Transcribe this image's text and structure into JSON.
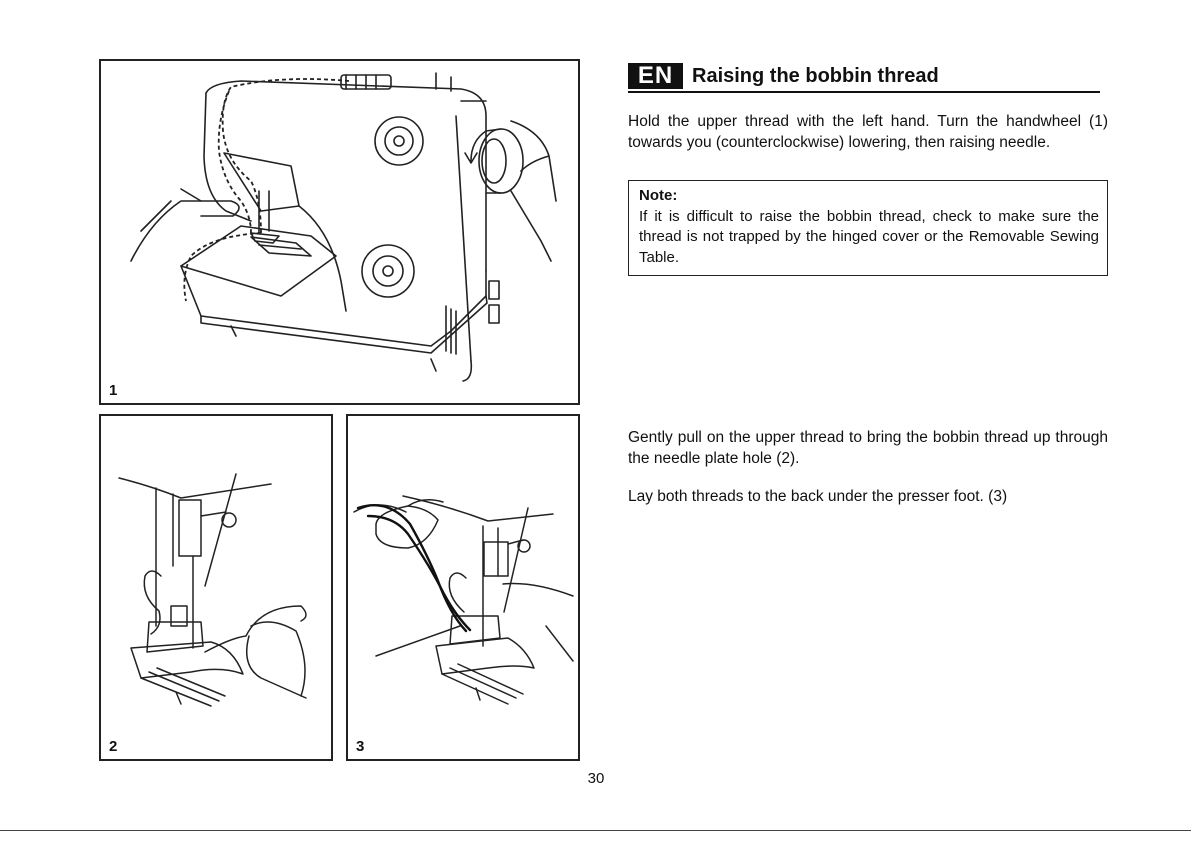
{
  "heading": {
    "lang_code": "EN",
    "title": "Raising the bobbin thread"
  },
  "section1": {
    "text": "Hold the upper thread with the left hand. Turn the handwheel (1) towards you (counterclockwise) lowering, then raising needle."
  },
  "note": {
    "label": "Note:",
    "text": "If it is difficult to raise the bobbin thread, check to make sure the thread is not trapped by the hinged cover or the Removable Sewing Table."
  },
  "section2": {
    "paragraph1": "Gently pull on the upper thread to bring the bobbin thread up through the needle plate hole (2).",
    "paragraph2": "Lay both threads to the back under the presser foot. (3)"
  },
  "figures": [
    {
      "number": "1",
      "icon": "sewing-machine-handwheel-illustration"
    },
    {
      "number": "2",
      "icon": "needle-plate-thread-pull-illustration"
    },
    {
      "number": "3",
      "icon": "presser-foot-threads-back-illustration"
    }
  ],
  "page_number": "30"
}
